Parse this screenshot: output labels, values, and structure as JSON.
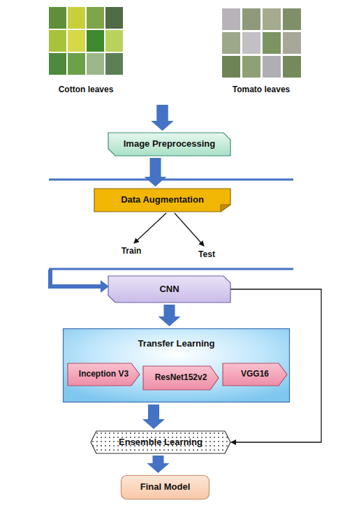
{
  "diagram": {
    "nodes": [
      {
        "text": [
          "Cotton leaves"
        ]
      },
      {
        "text": [
          "Tomato leaves"
        ]
      },
      {
        "text": [
          "Image Preprocessing"
        ]
      },
      {
        "text": [
          "Data Augmentation"
        ]
      },
      {
        "text": [
          "CNN"
        ]
      },
      {
        "text": [
          "Transfer Learning"
        ]
      },
      {
        "text": [
          "Inception V3"
        ],
        "in": 5
      },
      {
        "text": [
          "ResNet152v2"
        ],
        "in": 5
      },
      {
        "text": [
          "VGG16"
        ],
        "in": 5
      },
      {
        "text": [
          "Ensemble Learning"
        ]
      },
      {
        "text": [
          "Final Model"
        ]
      }
    ],
    "edges": [
      {
        "from": 0,
        "to": 2,
        "arrow": "to"
      },
      {
        "from": 1,
        "to": 2,
        "arrow": "to"
      },
      {
        "from": 2,
        "to": 3,
        "arrow": "to"
      },
      {
        "from": 4,
        "to": 5,
        "arrow": "to"
      },
      {
        "from": 5,
        "to": 9,
        "arrow": "to"
      },
      {
        "from": 4,
        "to": 9,
        "arrow": "to"
      },
      {
        "from": 9,
        "to": 10,
        "arrow": "to"
      }
    ],
    "labels": [
      "Train",
      "Test"
    ]
  }
}
